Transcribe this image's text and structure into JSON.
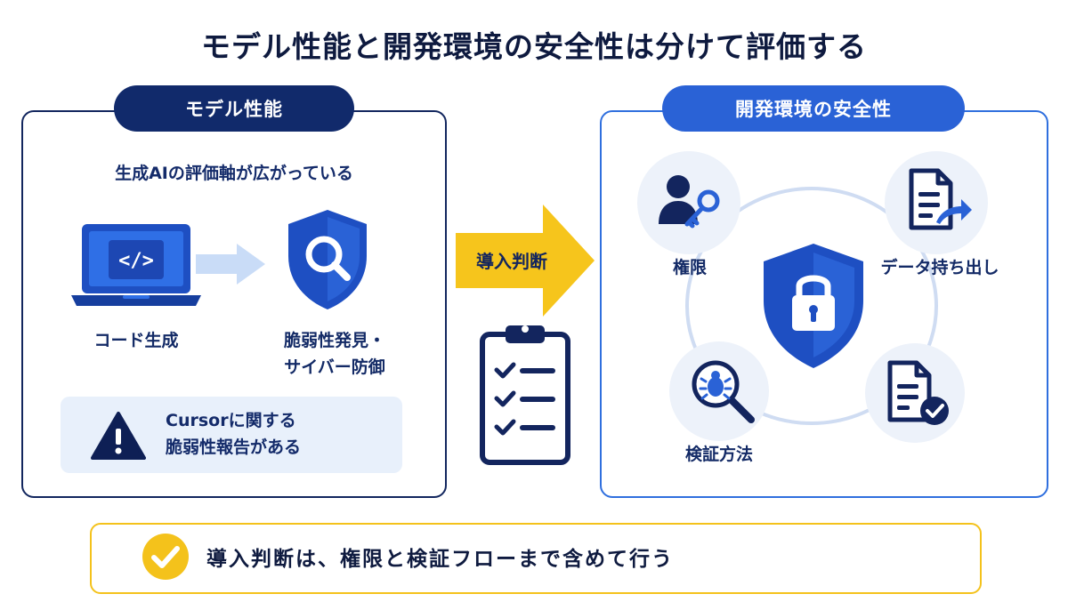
{
  "title": "モデル性能と開発環境の安全性は分けて評価する",
  "left": {
    "pill": "モデル性能",
    "subhead": "生成AIの評価軸が広がっている",
    "code_gen_label": "コード生成",
    "vuln_label_line1": "脆弱性発見・",
    "vuln_label_line2": "サイバー防御",
    "warning_line1": "Cursorに関する",
    "warning_line2": "脆弱性報告がある"
  },
  "center": {
    "decision_label": "導入判断"
  },
  "right": {
    "pill": "開発環境の安全性",
    "permissions_label": "権限",
    "data_export_label": "データ持ち出し",
    "verification_label": "検証方法"
  },
  "bottom": {
    "text": "導入判断は、権限と検証フローまで含めて行う"
  },
  "colors": {
    "navy": "#112a6b",
    "blue": "#2a62d6",
    "yellow": "#f4c21b",
    "light_blue": "#e8f0fb"
  }
}
